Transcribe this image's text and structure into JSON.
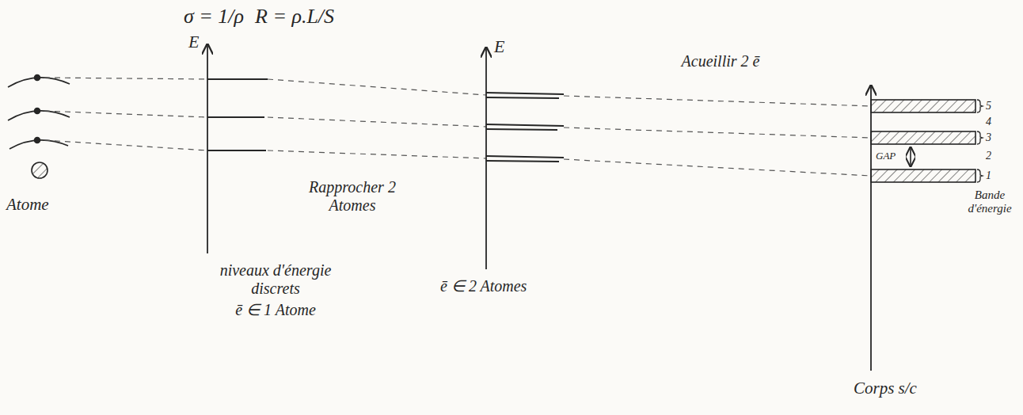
{
  "diagram": {
    "labels": [
      "σ = 1/ρ",
      "R = ρ.L/S",
      "E",
      "Atome",
      "niveaux d'énergie discrets",
      "ē ∈ 1 Atome",
      "E",
      "Rapprocher 2 Atomes",
      "ē ∈ 2 Atomes",
      "Acueillir 2 ē",
      "GAP",
      "5",
      "4",
      "3",
      "2",
      "1",
      "Bande d'énergie",
      "Corps s/c"
    ]
  }
}
